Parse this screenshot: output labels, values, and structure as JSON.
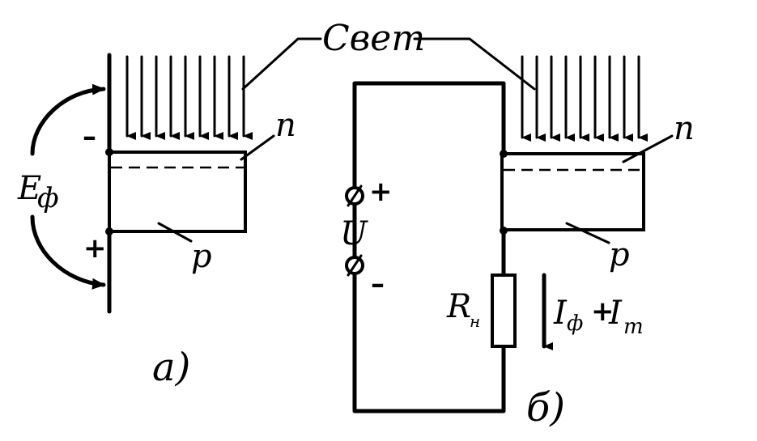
{
  "labels": {
    "light": "Свет",
    "n_a": "п",
    "p_a": "р",
    "n_b": "п",
    "p_b": "р",
    "ef_main": "E",
    "ef_sub": "ф",
    "minus_a": "–",
    "plus_a": "+",
    "plus_u": "+",
    "minus_u": "–",
    "u": "U",
    "rn_main": "R",
    "rn_sub": "н",
    "current_i1": "I",
    "current_sub1": "ф",
    "current_plus": "+",
    "current_i2": "I",
    "current_sub2": "т",
    "caption_a": "а)",
    "caption_b": "б)"
  }
}
